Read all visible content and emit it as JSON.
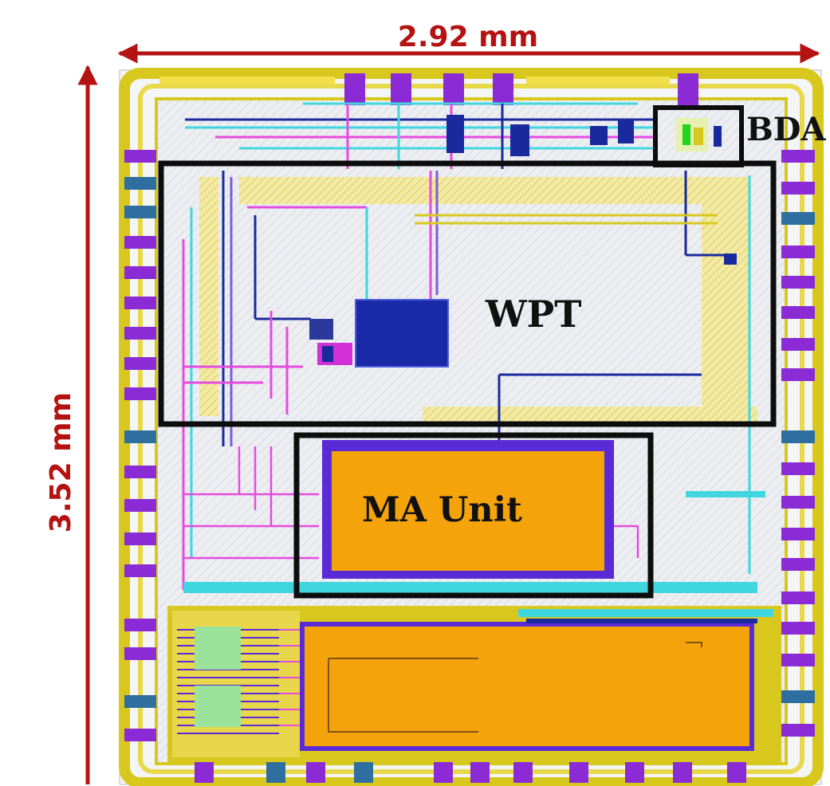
{
  "dimensions": {
    "width_label": "2.92 mm",
    "height_label": "3.52 mm"
  },
  "blocks": {
    "bda": "BDA",
    "wpt": "WPT",
    "ma_unit": "MA Unit"
  },
  "colors": {
    "dimension_arrow": "#b51212",
    "die_background": "#e6e9ec",
    "pad_ring": "#d8c81e",
    "pad_purple": "#8a2bd6",
    "metal_blue": "#1a2a9c",
    "metal_cyan": "#3fd6e0",
    "metal_magenta": "#e64be0",
    "ma_orange": "#f5a30b",
    "memory_green": "#9be39a",
    "block_outline": "#0d0d0d"
  }
}
